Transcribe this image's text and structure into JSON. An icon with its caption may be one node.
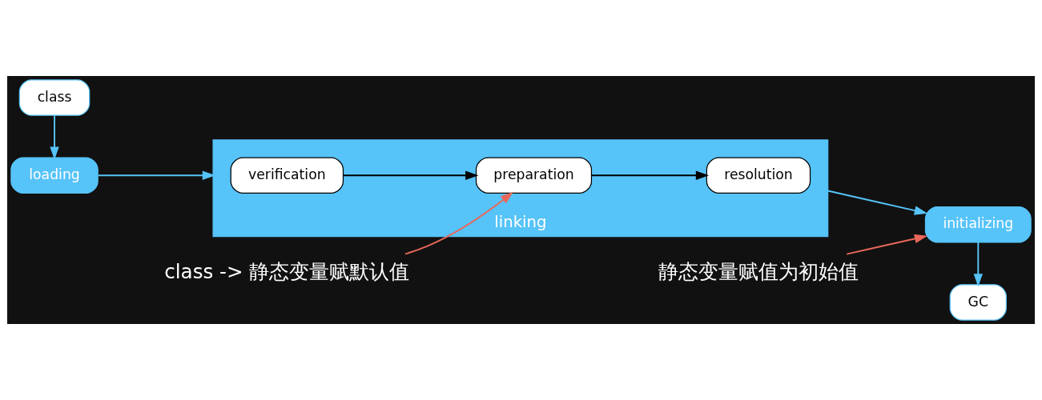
{
  "diagram": {
    "nodes": [
      {
        "text": [
          "loading"
        ]
      },
      {
        "text": [
          "linking"
        ]
      },
      {
        "text": [
          "verification"
        ],
        "in": 1
      },
      {
        "text": [
          "preparation"
        ],
        "in": 1
      },
      {
        "text": [
          "resolution"
        ],
        "in": 1
      },
      {
        "text": [
          "initializing"
        ]
      },
      {
        "text": [
          "class -> 静态变量赋默认值"
        ]
      },
      {
        "text": [
          "class"
        ]
      },
      {
        "text": [
          "GC"
        ]
      },
      {
        "text": [
          "静态变量赋值为初始值"
        ]
      }
    ],
    "edges": [
      {
        "from": 7,
        "to": 0,
        "arrow": "to"
      },
      {
        "from": 0,
        "to": 1,
        "arrow": "to"
      },
      {
        "from": 2,
        "to": 3,
        "arrow": "to",
        "color": "#000000"
      },
      {
        "from": 3,
        "to": 4,
        "arrow": "to",
        "color": "#000000"
      },
      {
        "from": 1,
        "to": 5,
        "arrow": "to"
      },
      {
        "from": 5,
        "to": 8,
        "arrow": "to"
      },
      {
        "from": 6,
        "to": 3,
        "arrow": "to",
        "color": "#e8675a"
      },
      {
        "from": 9,
        "to": 5,
        "arrow": "to",
        "color": "#e8675a"
      }
    ]
  }
}
